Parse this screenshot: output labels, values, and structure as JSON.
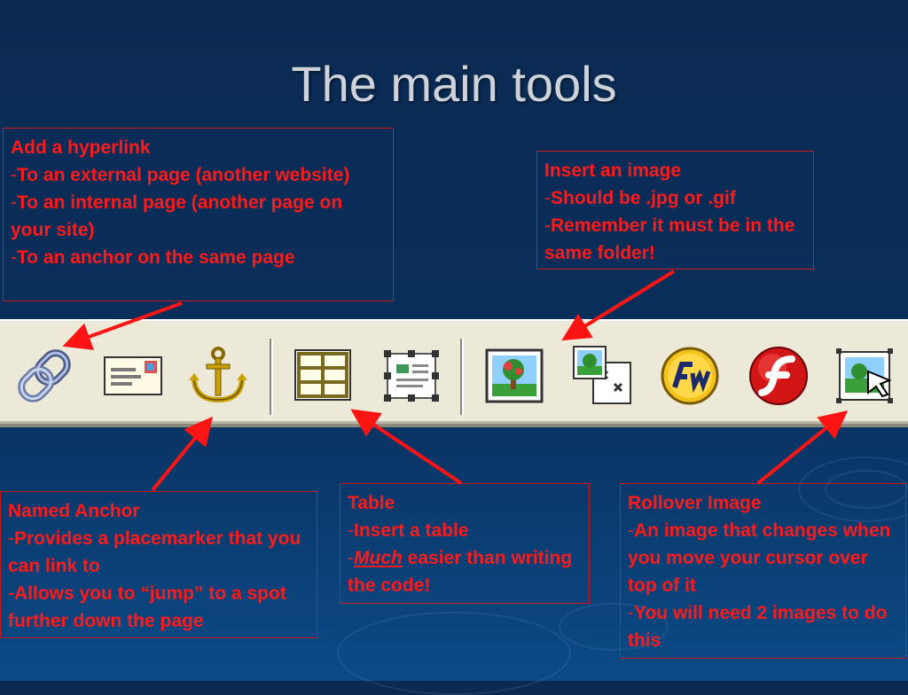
{
  "title": "The main tools",
  "colors": {
    "background": "#0a2f5c",
    "callout_text": "#ff1a1a",
    "callout_border": "#d01818",
    "toolbar": "#ece9d8",
    "arrow": "#ff1414"
  },
  "callouts": {
    "hyperlink": {
      "heading": "Add a hyperlink",
      "lines": [
        "To an external page (another website)",
        "To an internal page (another page on your site)",
        "To an anchor on the same page"
      ]
    },
    "image": {
      "heading": "Insert an image",
      "lines": [
        "Should be .jpg or .gif",
        "Remember it must be in the same folder!"
      ]
    },
    "anchor": {
      "heading": "Named Anchor",
      "lines": [
        "Provides a placemarker that you can link to",
        "Allows you to “jump” to a spot further down the page"
      ]
    },
    "table": {
      "heading": "Table",
      "line1": "Insert  a table",
      "line2_em": "Much",
      "line2_rest": " easier than writing the code!"
    },
    "rollover": {
      "heading": "Rollover Image",
      "lines": [
        "An image that changes when you move your cursor over top of it",
        "You will need 2 images to do this"
      ]
    }
  },
  "toolbar_icons": [
    "hyperlink-icon",
    "email-link-icon",
    "named-anchor-icon",
    "table-icon",
    "layer-icon",
    "image-icon",
    "image-placeholder-icon",
    "fireworks-icon",
    "flash-icon",
    "rollover-image-icon"
  ]
}
